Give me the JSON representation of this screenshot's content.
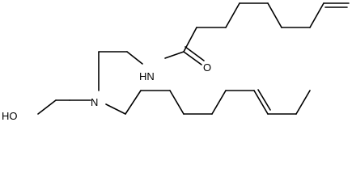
{
  "molecule": {
    "atom_labels": {
      "amide_nitrogen": "HN",
      "amide_oxygen": "O",
      "amine_nitrogen": "N",
      "hydroxyl": "HO"
    },
    "bond_color": "#000000",
    "background_color": "#ffffff"
  }
}
